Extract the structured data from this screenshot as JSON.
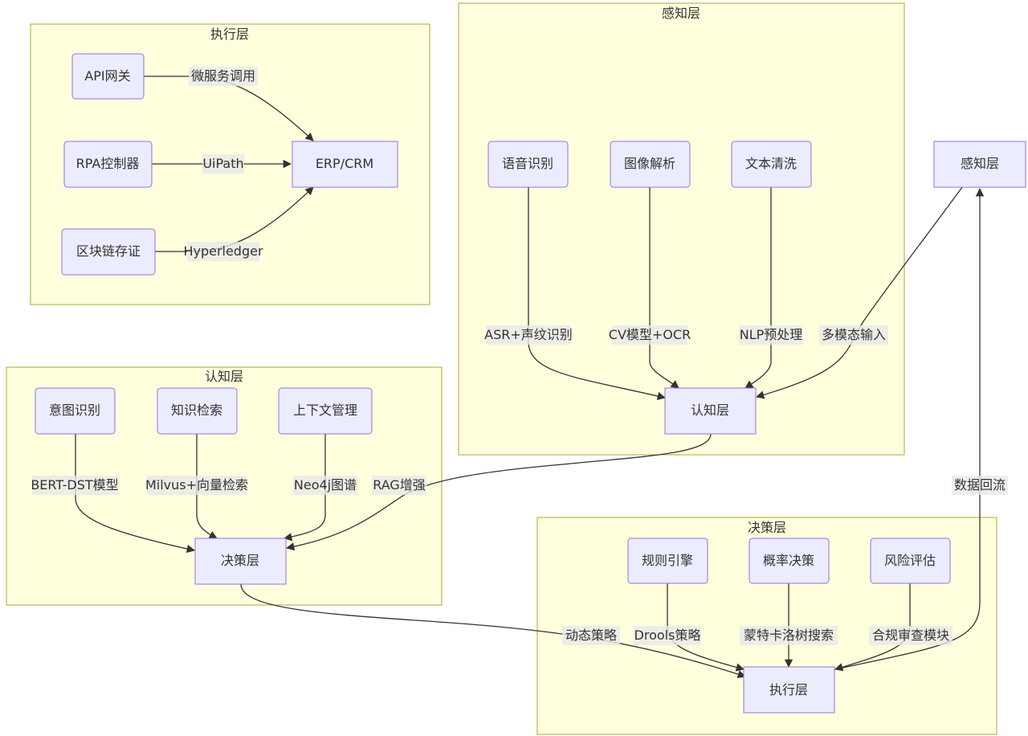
{
  "clusters": {
    "exec": {
      "title": "执行层"
    },
    "perc": {
      "title": "感知层"
    },
    "cog": {
      "title": "认知层"
    },
    "dec": {
      "title": "决策层"
    }
  },
  "nodes": {
    "api_gateway": "API网关",
    "rpa": "RPA控制器",
    "blockchain": "区块链存证",
    "erp_crm": "ERP/CRM",
    "speech": "语音识别",
    "image_parse": "图像解析",
    "text_clean": "文本清洗",
    "cog_layer": "认知层",
    "perc_layer": "感知层",
    "intent": "意图识别",
    "knowledge": "知识检索",
    "context": "上下文管理",
    "dec_layer": "决策层",
    "rules": "规则引擎",
    "probability": "概率决策",
    "risk": "风险评估",
    "exec_layer": "执行层"
  },
  "edge_labels": {
    "microservice": "微服务调用",
    "uipath": "UiPath",
    "hyperledger": "Hyperledger",
    "asr": "ASR+声纹识别",
    "cv_ocr": "CV模型+OCR",
    "nlp": "NLP预处理",
    "multimodal": "多模态输入",
    "data_flow": "数据回流",
    "bert": "BERT-DST模型",
    "milvus": "Milvus+向量检索",
    "neo4j": "Neo4j图谱",
    "rag": "RAG增强",
    "dynamic": "动态策略",
    "drools": "Drools策略",
    "mcts": "蒙特卡洛树搜索",
    "compliance": "合规审查模块"
  },
  "colors": {
    "cluster_fill": "#ffffde",
    "cluster_stroke": "#aaaa33",
    "node_fill": "#ececff",
    "node_stroke": "#9370db",
    "edge": "#333333",
    "label_bg": "#e8e8e8"
  }
}
